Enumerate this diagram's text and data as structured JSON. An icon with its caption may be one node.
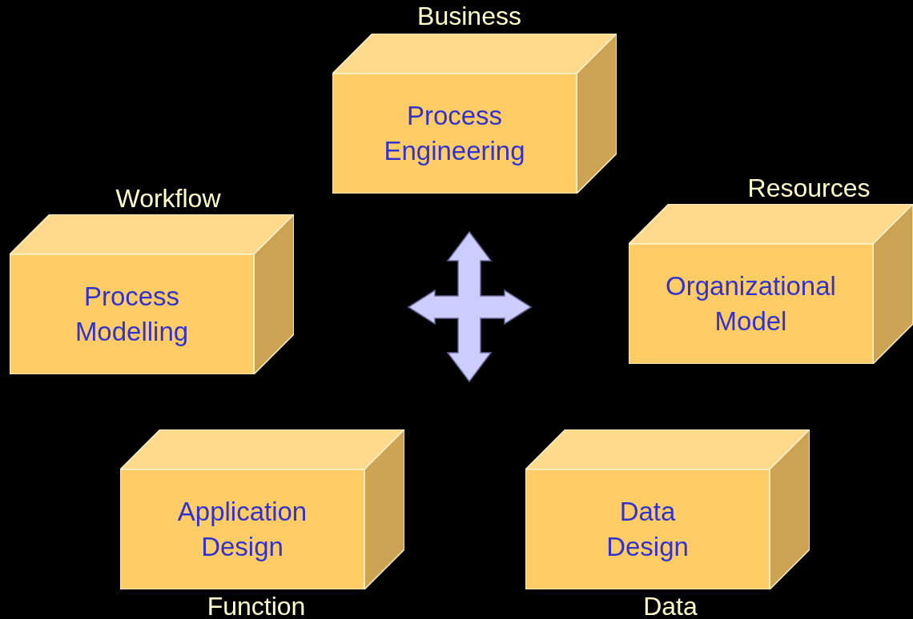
{
  "diagram": {
    "nodes": [
      {
        "text": [
          "Business",
          "Process Engineering"
        ]
      },
      {
        "text": [
          "Workflow",
          "Process Modelling"
        ]
      },
      {
        "text": [
          "Resources",
          "Organizational Model"
        ]
      },
      {
        "text": [
          "Application Design",
          "Function"
        ]
      },
      {
        "text": [
          "Data Design",
          "Data"
        ]
      }
    ]
  }
}
